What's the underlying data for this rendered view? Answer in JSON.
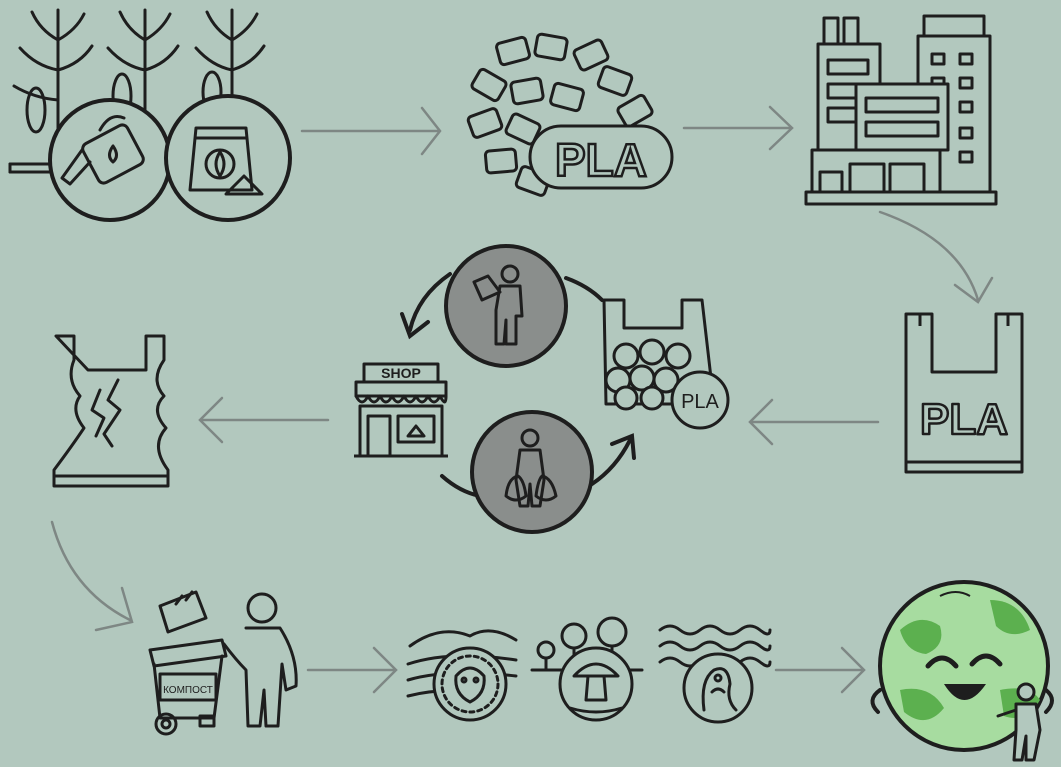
{
  "colors": {
    "background": "#b2c8be",
    "ink": "#1e1e1e",
    "arrow": "#7e8784",
    "circle_fill": "#8a8e8c",
    "earth_ocean": "#a7dca0",
    "earth_land": "#5cb04f",
    "bag_fill": "#b2c8be"
  },
  "labels": {
    "pla_pellets": "PLA",
    "pla_bag": "PLA",
    "pla_badge": "PLA",
    "shop_sign": "SHOP",
    "compost_bin": "КОМПОСТ"
  },
  "icons": [
    "corn-field-icon",
    "watering-can-icon",
    "fertilizer-bag-icon",
    "pla-pellets-icon",
    "factory-icon",
    "pla-bag-icon",
    "torn-bag-icon",
    "shop-icon",
    "person-holding-bag-icon",
    "person-carrying-bags-icon",
    "bag-of-apples-icon",
    "person-composting-icon",
    "soil-microbes-icon",
    "forest-fungi-icon",
    "water-microbes-icon",
    "happy-earth-icon"
  ]
}
